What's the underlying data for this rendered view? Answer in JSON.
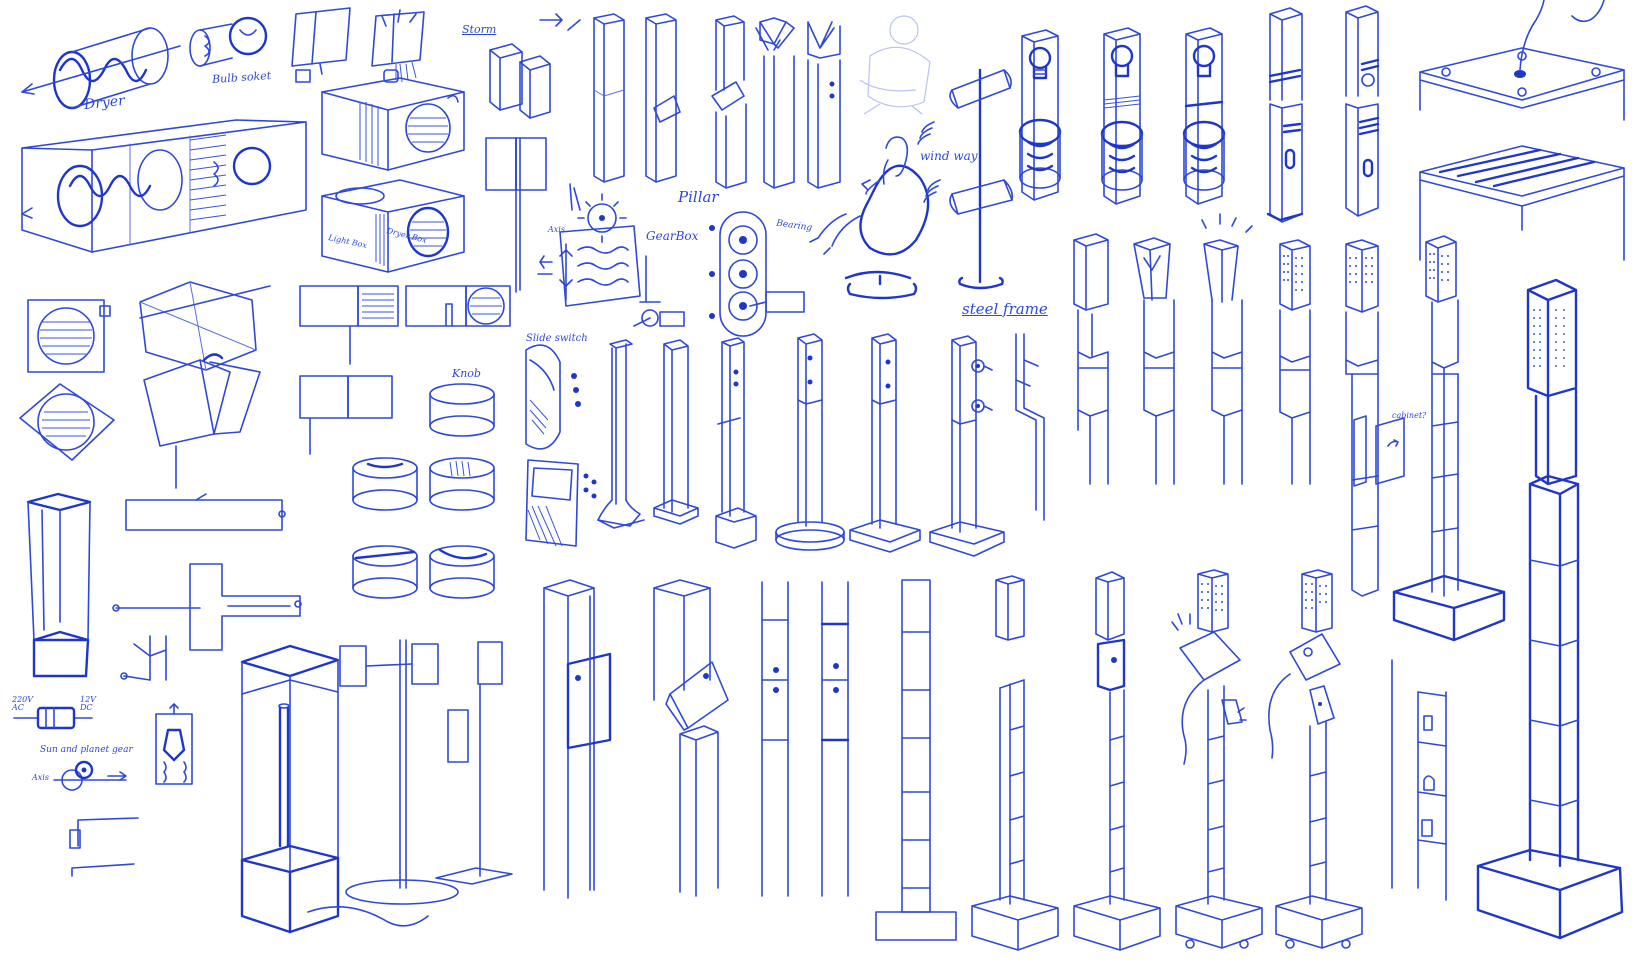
{
  "notes": {
    "dryer": "Dryer",
    "bulb_socket": "Bulb soket",
    "storm": "Storm",
    "light_box": "Light Box",
    "dryer_box": "Dryer Box",
    "pillar": "Pillar",
    "gear_box": "GearBox",
    "bearing": "Bearing",
    "axis_1": "Axis",
    "wind_way": "wind way",
    "steel_frame": "steel frame",
    "knob": "Knob",
    "slide_switch": "Slide switch",
    "cabinet": "cabinet?",
    "ac_label": "220V\nAC",
    "dc_label": "12V\nDC",
    "sun_planet_gear": "Sun and planet gear",
    "axis_2": "Axis"
  },
  "colors": {
    "ink": "#2f49d6",
    "ink_dark": "#1f37c9",
    "paper": "#ffffff"
  }
}
